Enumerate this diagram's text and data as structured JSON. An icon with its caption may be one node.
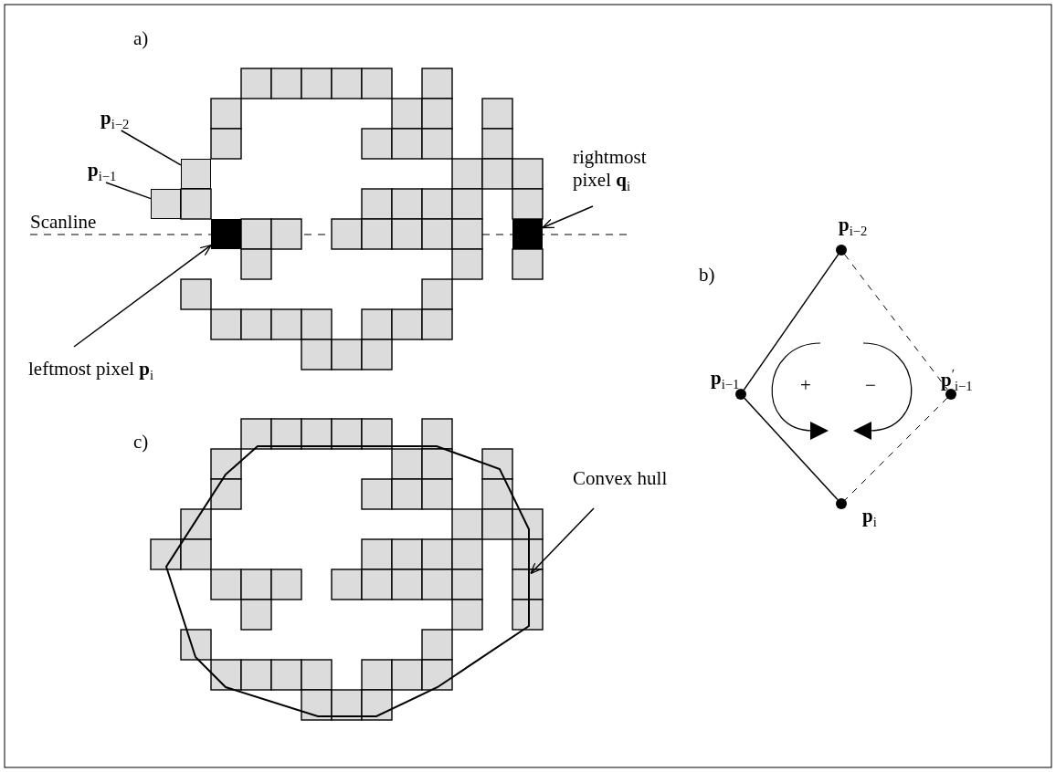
{
  "diagram": {
    "nodes": [
      {
        "text": [
          "**p**$_{i−2}$"
        ]
      },
      {
        "text": [],
        "shape": "box"
      },
      {
        "text": [
          "**p**$_{i−1}$"
        ]
      },
      {
        "text": [],
        "shape": "box"
      },
      {
        "text": [
          "rightmost pixel **q**$_{i}$"
        ]
      },
      {
        "text": [],
        "shape": "box"
      },
      {
        "text": [],
        "shape": "box"
      },
      {
        "text": [
          "leftmost pixel **p**$_{i}$"
        ]
      },
      {
        "text": [],
        "shape": "circle",
        "beside": [
          "**p**$_{i−2}$"
        ]
      },
      {
        "text": [],
        "shape": "circle",
        "beside": [
          "**p**$_{i−1}$"
        ]
      },
      {
        "text": [],
        "shape": "circle",
        "beside": [
          "**p**$^{′}$$_{i−1}$"
        ]
      },
      {
        "text": [],
        "shape": "circle",
        "beside": [
          "**p**$_{i}$"
        ]
      },
      {
        "text": [
          "Convex hull"
        ]
      },
      {
        "text": [],
        "shape": "polygon"
      }
    ],
    "edges": [
      {
        "from": 0,
        "to": 1,
        "arrow": "none"
      },
      {
        "from": 2,
        "to": 3,
        "arrow": "none"
      },
      {
        "from": 4,
        "to": 5,
        "arrow": "to"
      },
      {
        "from": 7,
        "to": 6,
        "arrow": "to"
      },
      {
        "from": 8,
        "to": 9,
        "arrow": "none"
      },
      {
        "from": 9,
        "to": 11,
        "arrow": "none"
      },
      {
        "from": 8,
        "to": 10,
        "arrow": "none",
        "style": "dashed"
      },
      {
        "from": 10,
        "to": 11,
        "arrow": "none",
        "style": "dashed"
      },
      {
        "from": 12,
        "to": 13,
        "arrow": "to"
      }
    ],
    "labels": [
      "a)",
      "Scanline",
      "b)",
      "+",
      "−",
      "c)"
    ]
  }
}
